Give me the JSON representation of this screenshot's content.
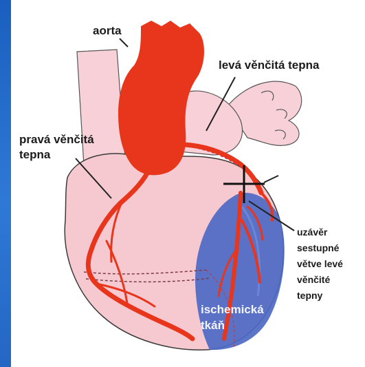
{
  "labels": {
    "aorta": "aorta",
    "left_coronary": "levá věnčitá tepna",
    "right_coronary_line1": "pravá věnčitá",
    "right_coronary_line2": "tepna",
    "occlusion_line1": "uzávěr",
    "occlusion_line2": "sestupné",
    "occlusion_line3": "větve levé",
    "occlusion_line4": "věnčité",
    "occlusion_line5": "tepny",
    "ischemic_line1": "ischemická",
    "ischemic_line2": "tkáň"
  },
  "colors": {
    "frame_blue": "#2466c4",
    "heart_pink": "#f6c8d0",
    "artery_red": "#e8361c",
    "ischemic_blue": "#4d69c4",
    "outline": "#3a3a3a"
  }
}
